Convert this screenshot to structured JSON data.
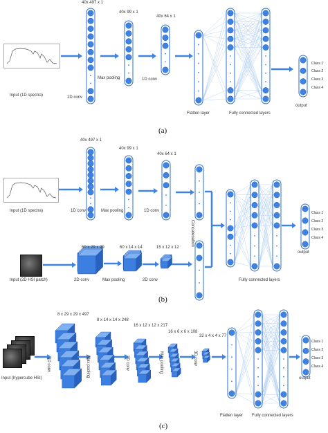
{
  "colors": {
    "node_fill": "#3f82e0",
    "node_stroke": "#1d5cb8",
    "column_stroke": "#2b6fd1",
    "arrow": "#3f82e0",
    "conn": "#9ec3ee",
    "block_front": "#3c7fe0",
    "block_top": "#7fb0f2",
    "block_side": "#2861be"
  },
  "panel_a": {
    "input_label": "Input (1D spectra)",
    "conv1_label": "1D conv",
    "pool_label": "Max pooling",
    "conv2_label": "1D conv",
    "dim1": "40x 497 x 1",
    "dim2": "40x 99 x 1",
    "dim3": "40x 64 x 1",
    "flatten_label": "Flatten layer",
    "fc_label": "Fully connected layers",
    "output_label": "output",
    "classes": [
      "Class 1",
      "Class 2",
      "Class 3",
      "Class 4"
    ],
    "caption": "(a)"
  },
  "panel_b": {
    "input1_label": "Input (1D spectra)",
    "conv1_label": "1D conv",
    "pool1_label": "Max pooling",
    "conv2_label": "1D conv",
    "dim1": "40x 497 x 1",
    "dim2": "40x 99 x 1",
    "dim3": "40x 64 x 1",
    "input2_label": "Input (2D HSI patch)",
    "conv3_label": "2D conv",
    "pool2_label": "Max pooling",
    "conv4_label": "2D conv",
    "dim4": "60 x 29 x 29",
    "dim5": "60 x 14 x 14",
    "dim6": "15 x 12 x 12",
    "concat_label": "Concatenation",
    "fc_label": "Fully connected layers",
    "output_label": "output",
    "classes": [
      "Class 1",
      "Class 2",
      "Class 3",
      "Class 4"
    ],
    "caption": "(b)"
  },
  "panel_c": {
    "input_label": "Input (hypercube HSI)",
    "dim1": "8 x 29 x 29 x 497",
    "dim2": "8 x 14 x 14 x 248",
    "dim3": "16 x 12 x 12 x 217",
    "dim4": "16 x 6 x 6 x 108",
    "dim5": "32 x 4 x 4 x 77",
    "conv1_label": "3D conv",
    "pool1_label": "Max pooling",
    "conv2_label": "3D conv",
    "pool2_label": "Max pooling",
    "conv3_label": "3D conv",
    "flatten_label": "Flatten layer",
    "fc_label": "Fully connected layers",
    "output_label": "output",
    "classes": [
      "Class 1",
      "Class 2",
      "Class 3",
      "Class 4"
    ],
    "caption": "(c)"
  }
}
